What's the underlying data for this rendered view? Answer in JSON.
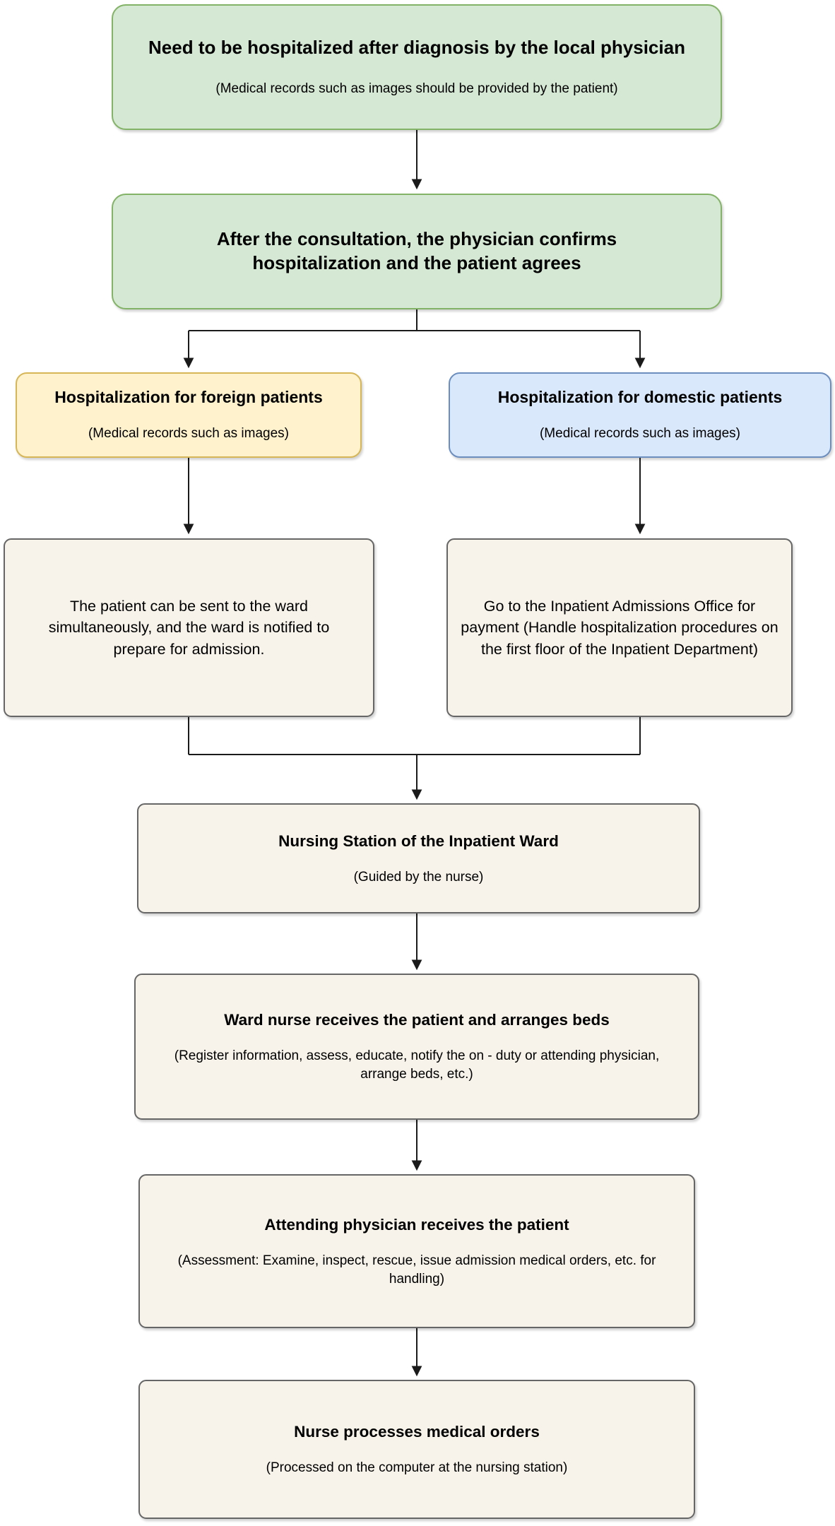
{
  "diagram": {
    "nodes": {
      "diagnosis": {
        "title": "Need to be hospitalized after diagnosis by the local physician",
        "subtitle": "(Medical records such as images should be provided by the patient)"
      },
      "consultation": {
        "title": "After the consultation, the physician confirms hospitalization and the patient agrees"
      },
      "foreign": {
        "title": "Hospitalization for foreign patients",
        "subtitle": "(Medical records such as images)"
      },
      "domestic": {
        "title": "Hospitalization for domestic patients",
        "subtitle": "(Medical records such as images)"
      },
      "ward_notification": {
        "body": "The patient can be sent to the ward simultaneously, and the ward is notified to prepare for admission."
      },
      "admissions_office": {
        "body": "Go to the Inpatient Admissions Office for payment (Handle hospitalization procedures on the first floor of the Inpatient Department)"
      },
      "nursing_station": {
        "title": "Nursing Station of the Inpatient Ward",
        "subtitle": "(Guided by the nurse)"
      },
      "ward_nurse": {
        "title": "Ward nurse receives the patient and arranges beds",
        "subtitle": "(Register information, assess, educate, notify the on - duty or attending physician, arrange beds, etc.)"
      },
      "attending_physician": {
        "title": "Attending physician receives the patient",
        "subtitle": "(Assessment: Examine, inspect, rescue, issue admission medical orders, etc. for handling)"
      },
      "medical_orders": {
        "title": "Nurse processes medical orders",
        "subtitle": "(Processed on the computer at the nursing station)"
      }
    },
    "colors": {
      "green_fill": "#d5e8d4",
      "green_border": "#82b366",
      "yellow_fill": "#fff2cc",
      "yellow_border": "#d6b656",
      "blue_fill": "#dae8fc",
      "blue_border": "#6c8ebf",
      "beige_fill": "#f7f3ea",
      "beige_border": "#666666",
      "connector": "#1a1a1a",
      "text": "#000000"
    }
  }
}
